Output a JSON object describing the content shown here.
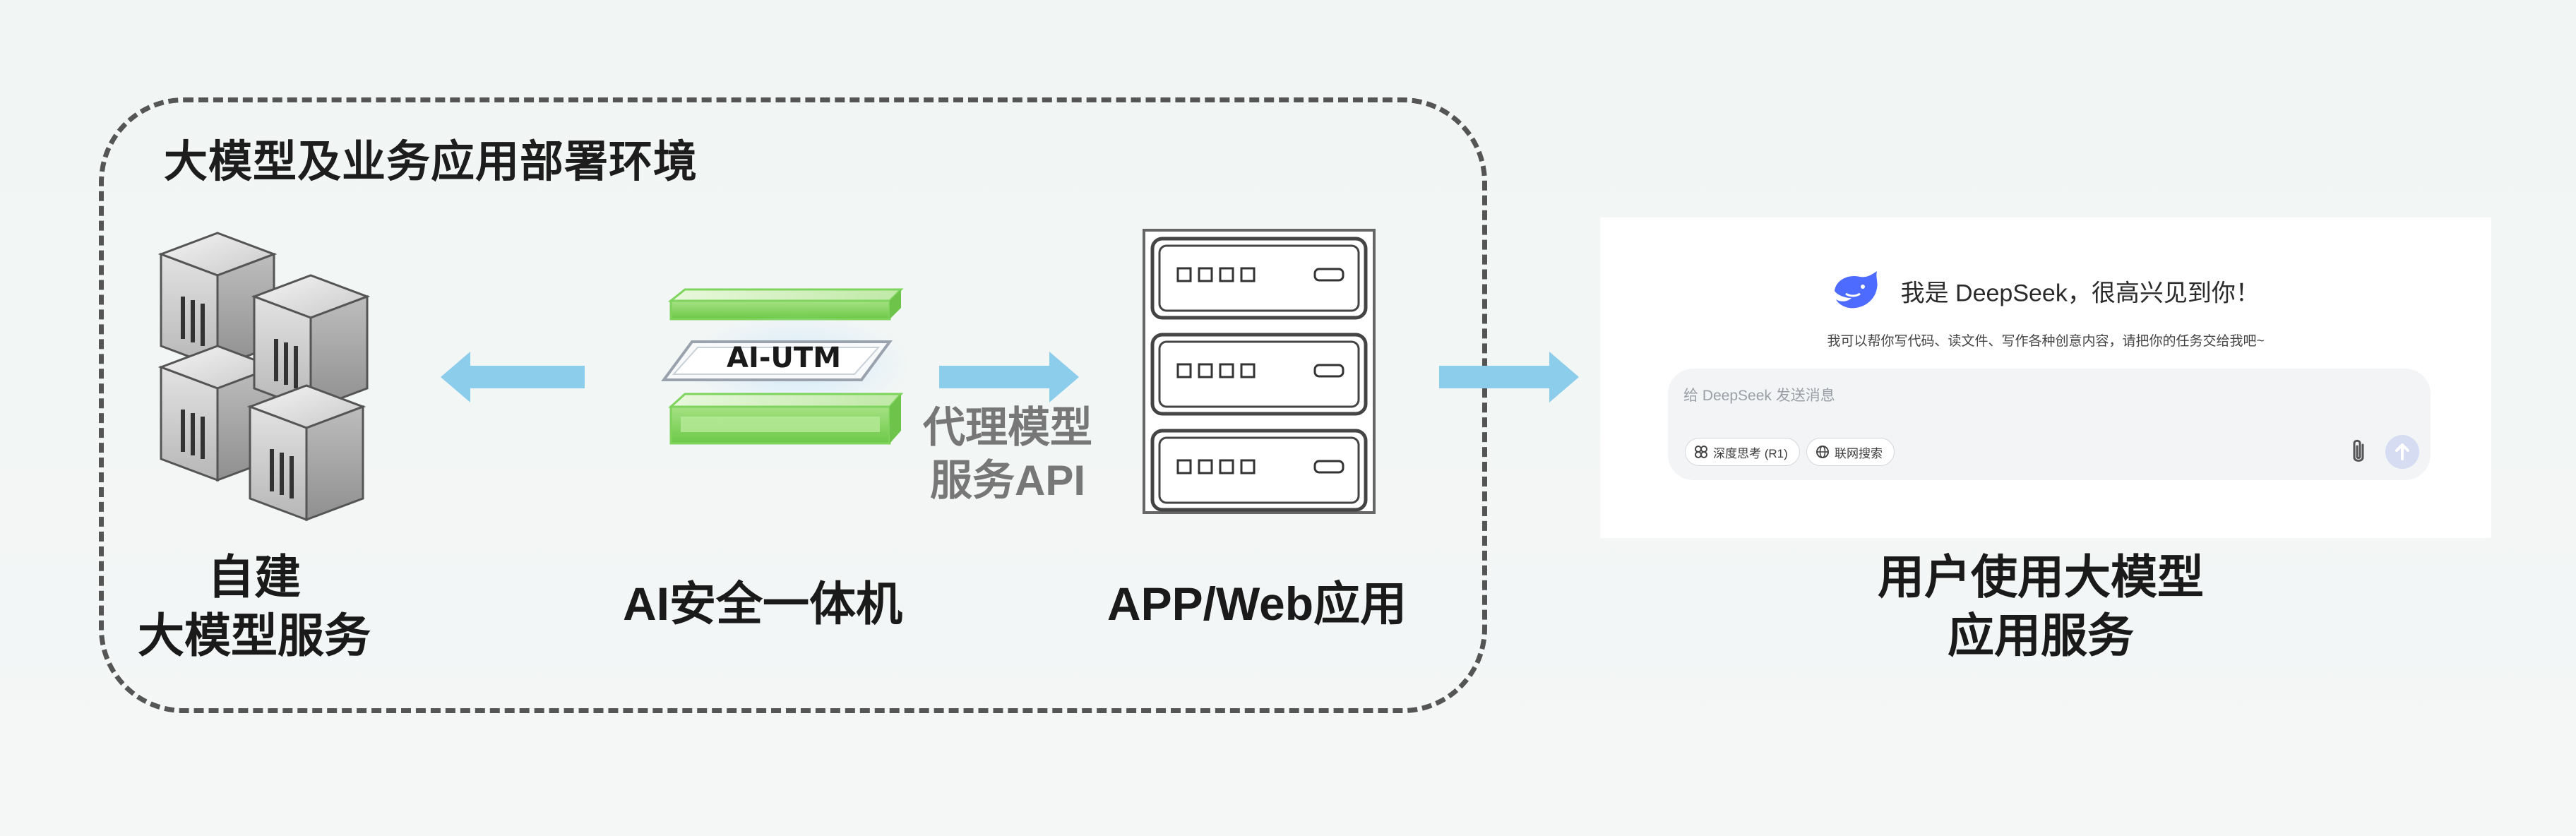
{
  "frame": {
    "title": "大模型及业务应用部署环境"
  },
  "nodes": {
    "self_built": {
      "line1": "自建",
      "line2": "大模型服务"
    },
    "appliance": {
      "badge": "AI-UTM",
      "label": "AI安全一体机"
    },
    "proxy": {
      "line1": "代理模型",
      "line2": "服务API"
    },
    "app": {
      "label": "APP/Web应用"
    },
    "user": {
      "line1": "用户使用大模型",
      "line2": "应用服务"
    }
  },
  "chat": {
    "greeting": "我是 DeepSeek，很高兴见到你！",
    "subtitle": "我可以帮你写代码、读文件、写作各种创意内容，请把你的任务交给我吧~",
    "placeholder": "给 DeepSeek 发送消息",
    "chip_think": "深度思考 (R1)",
    "chip_search": "联网搜索"
  },
  "colors": {
    "arrow": "#8ccdec",
    "green": "#7fd45e",
    "frame": "#555555",
    "logo": "#4d6bfe"
  },
  "icons": [
    "server-cubes-icon",
    "ai-utm-device-icon",
    "server-rack-icon",
    "deepseek-logo-icon",
    "attach-icon",
    "send-icon",
    "think-icon",
    "globe-icon"
  ]
}
